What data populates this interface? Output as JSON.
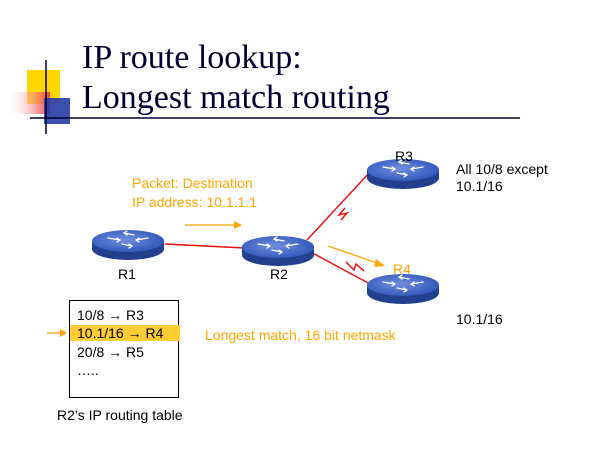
{
  "slide": {
    "title_line1": "IP route lookup:",
    "title_line2": "Longest match routing"
  },
  "packet": {
    "line1": "Packet: Destination",
    "line2": "IP address: 10.1.1.1"
  },
  "routers": {
    "r1": "R1",
    "r2": "R2",
    "r3": "R3",
    "r4": "R4"
  },
  "notes": {
    "r3_line1": "All 10/8 except",
    "r3_line2": "10.1/16",
    "r4": "10.1/16",
    "longest_match": "Longest match, 16 bit netmask"
  },
  "routing_table": {
    "caption": "R2’s IP routing table",
    "rows": [
      {
        "prefix": "10/8",
        "arrow": "→",
        "next_hop": "R3",
        "highlighted": false
      },
      {
        "prefix": "10.1/16",
        "arrow": "→",
        "next_hop": "R4",
        "highlighted": true
      },
      {
        "prefix": "20/8",
        "arrow": "→",
        "next_hop": "R5",
        "highlighted": false
      },
      {
        "prefix": "…..",
        "arrow": "",
        "next_hop": "",
        "highlighted": false
      }
    ]
  },
  "colors": {
    "title": "#000033",
    "accent_orange": "#FFA500",
    "link_red": "#EE1111",
    "router_blue": "#3A62C7",
    "highlight": "#FFCC33",
    "logo_yellow": "#FFD700",
    "logo_red": "#F04040",
    "logo_blue": "#2B3FA8"
  }
}
